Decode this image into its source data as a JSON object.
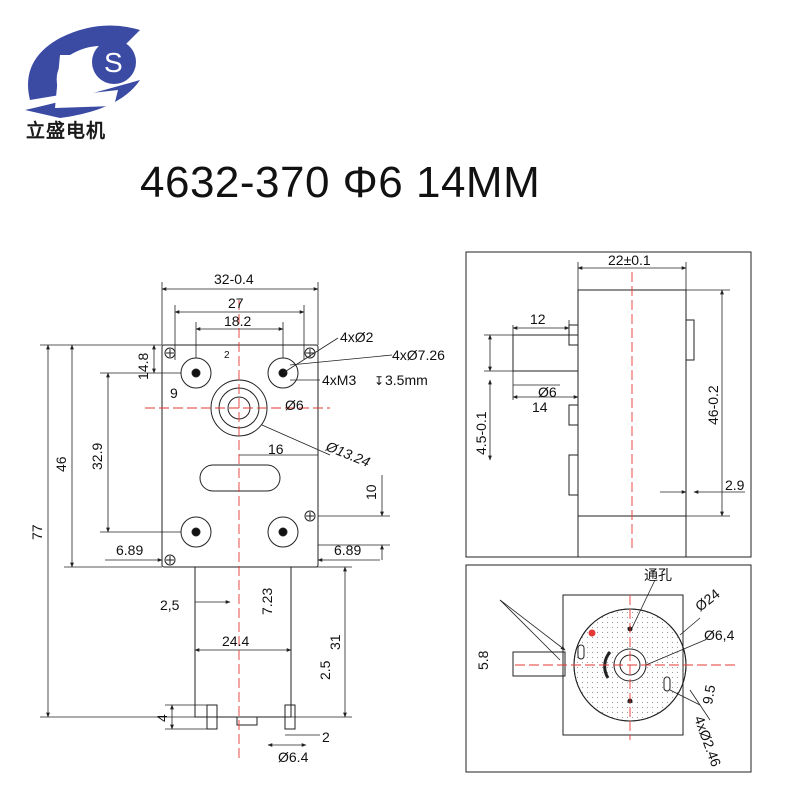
{
  "brand": {
    "logo_letter": "S",
    "name": "立盛电机"
  },
  "title": "4632-370 Φ6 14MM",
  "front_view": {
    "dims": {
      "width_outer": "32-0.4",
      "hole_span": "27",
      "shaft_offset": "18.2",
      "hole_small": "4xØ2",
      "hole_big": "4xØ7.26",
      "thread": "4xM3",
      "depth": "3.5mm",
      "small_2": "2",
      "h_14_8": "14.8",
      "h_9": "9",
      "shaft": "Ø6",
      "boss": "Ø13.24",
      "h_16": "16",
      "h_46": "46",
      "h_32_9": "32.9",
      "h_77": "77",
      "h_10": "10",
      "left_6_89": "6.89",
      "right_6_89": "6.89",
      "m_2_5": "2,5",
      "m_7_23": "7.23",
      "m_24_4": "24.4",
      "m_31": "31",
      "m_2_5b": "2.5",
      "t_4": "4",
      "t_2": "2",
      "t_6_4": "Ø6.4"
    }
  },
  "side_view": {
    "dims": {
      "width": "22±0.1",
      "shaft_len": "12",
      "shaft_dia": "Ø6",
      "d_14": "14",
      "d_4_5": "4.5-0.1",
      "height": "46-0.2",
      "d_2_9": "2.9"
    }
  },
  "rear_view": {
    "dims": {
      "through_hole": "通孔",
      "dia_24": "Ø24",
      "dia_6_4": "Ø6,4",
      "d_5_8": "5.8",
      "d_9_5": "9.5",
      "holes": "4xØ2.46"
    }
  },
  "colors": {
    "logo_blue": "#3b4ba3",
    "center_line": "#e53935",
    "line": "#222222"
  }
}
